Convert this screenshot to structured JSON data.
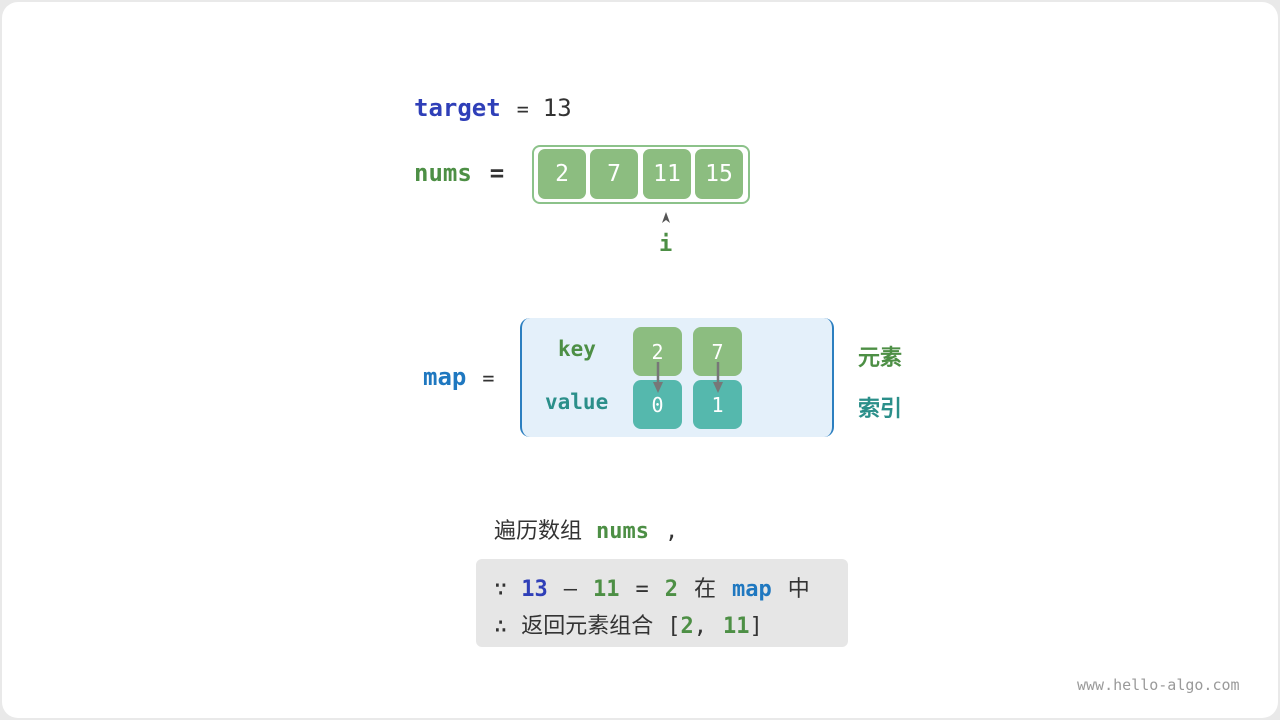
{
  "target": {
    "name": "target",
    "op": "=",
    "value": "13"
  },
  "nums": {
    "name": "nums",
    "op": "=",
    "values": [
      "2",
      "7",
      "11",
      "15"
    ],
    "pointer": "i"
  },
  "map": {
    "name": "map",
    "op": "=",
    "key_label": "key",
    "value_label": "value",
    "keys": [
      "2",
      "7"
    ],
    "values": [
      "0",
      "1"
    ],
    "key_caption": "元素",
    "value_caption": "索引"
  },
  "explanation": {
    "intro": "遍历数组",
    "intro_var": "nums",
    "intro_comma": ",",
    "because_symbol": "∵",
    "because_a": "13",
    "because_minus": "–",
    "because_b": "11",
    "because_eq": "=",
    "because_c": "2",
    "because_in": "在",
    "because_map": "map",
    "because_end": "中",
    "therefore_symbol": "∴",
    "therefore_text": "返回元素组合",
    "result_open": "[",
    "result_a": "2",
    "result_sep": ",",
    "result_b": "11",
    "result_close": "]"
  },
  "watermark": "www.hello-algo.com",
  "colors": {
    "array_cell": "#8cbd80",
    "map_key_cell": "#8cbd80",
    "map_value_cell": "#55b8ad",
    "map_background": "#e4f0fa",
    "map_bracket": "#2c7fc0"
  }
}
